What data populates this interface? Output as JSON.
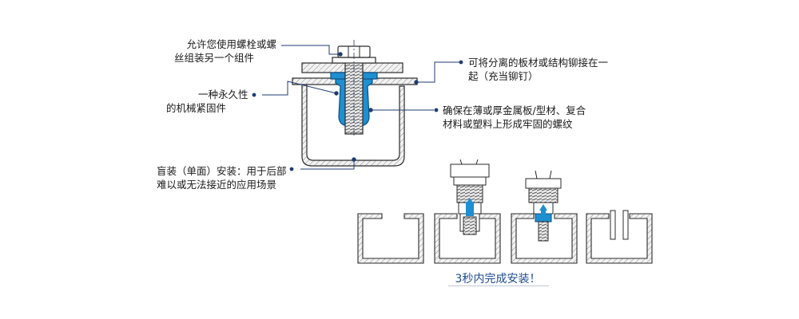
{
  "labels": {
    "label_1_line1": "允许您使用螺栓或螺",
    "label_1_line2": "丝组装另一个组件",
    "label_2_line1": "一种永久性",
    "label_2_line2": "的机械紧固件",
    "label_3_line1": "盲装（单面）安装：用于后部",
    "label_3_line2": "难以或无法接近的应用场景",
    "label_4_line1": "可将分离的板材或结构铆接在一",
    "label_4_line2": "起（充当铆钉）",
    "label_5_line1": "确保在薄或厚金属板/型材、复合",
    "label_5_line2": "材料或塑料上形成牢固的螺纹"
  },
  "caption": "3秒内完成安装！",
  "colors": {
    "navy": "#1f3b70",
    "fastener_blue": "#1e8fd0",
    "hatch": "#7a7a7a",
    "line": "#2b2b2b"
  }
}
